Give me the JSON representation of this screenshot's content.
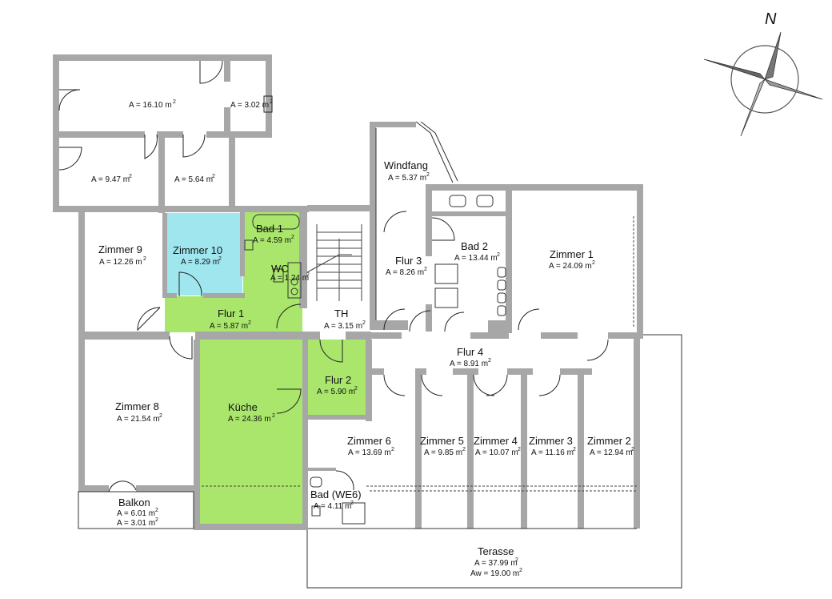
{
  "compass": {
    "label": "N"
  },
  "rooms": [
    {
      "name": "",
      "area": "A = 16.10 m",
      "sup": "2"
    },
    {
      "name": "",
      "area": "A = 3.02 m",
      "sup": "2"
    },
    {
      "name": "",
      "area": "A = 9.47 m",
      "sup": "2"
    },
    {
      "name": "",
      "area": "A = 5.64 m",
      "sup": "2"
    },
    {
      "name": "Windfang",
      "area": "A = 5.37 m",
      "sup": "2"
    },
    {
      "name": "Zimmer 9",
      "area": "A = 12.26 m",
      "sup": "2"
    },
    {
      "name": "Zimmer 10",
      "area": "A = 8.29 m",
      "sup": "2"
    },
    {
      "name": "Bad 1",
      "area": "A = 4.59 m",
      "sup": "2"
    },
    {
      "name": "WC",
      "area": "A = 1.24 m",
      "sup": "2"
    },
    {
      "name": "Flur 3",
      "area": "A = 8.26 m",
      "sup": "2"
    },
    {
      "name": "Bad 2",
      "area": "A = 13.44 m",
      "sup": "2"
    },
    {
      "name": "Zimmer 1",
      "area": "A = 24.09 m",
      "sup": "2"
    },
    {
      "name": "Flur 1",
      "area": "A = 5.87 m",
      "sup": "2"
    },
    {
      "name": "TH",
      "area": "A = 3.15 m",
      "sup": "2"
    },
    {
      "name": "Flur 4",
      "area": "A = 8.91 m",
      "sup": "2"
    },
    {
      "name": "Flur 2",
      "area": "A = 5.90 m",
      "sup": "2"
    },
    {
      "name": "Zimmer 8",
      "area": "A = 21.54 m",
      "sup": "2"
    },
    {
      "name": "Küche",
      "area": "A = 24.36 m",
      "sup": "2"
    },
    {
      "name": "Zimmer 6",
      "area": "A = 13.69 m",
      "sup": "2"
    },
    {
      "name": "Zimmer 5",
      "area": "A = 9.85 m",
      "sup": "2"
    },
    {
      "name": "Zimmer 4",
      "area": "A = 10.07 m",
      "sup": "2"
    },
    {
      "name": "Zimmer 3",
      "area": "A = 11.16 m",
      "sup": "2"
    },
    {
      "name": "Zimmer 2",
      "area": "A = 12.94 m",
      "sup": "2"
    },
    {
      "name": "Bad (WE6)",
      "area": "A = 4.11 m",
      "sup": "2"
    },
    {
      "name": "Balkon",
      "area": "A = 6.01 m",
      "sup": "2",
      "area2": "A = 3.01 m",
      "sup2": "2"
    },
    {
      "name": "Terasse",
      "area": "A = 37.99 m",
      "sup": "2",
      "area2": "Aw = 19.00 m",
      "sup2": "2"
    }
  ],
  "colors": {
    "wall": "#a7a7a7",
    "green": "#a9e66b",
    "blue": "#9fe6ef",
    "line": "#222222"
  }
}
